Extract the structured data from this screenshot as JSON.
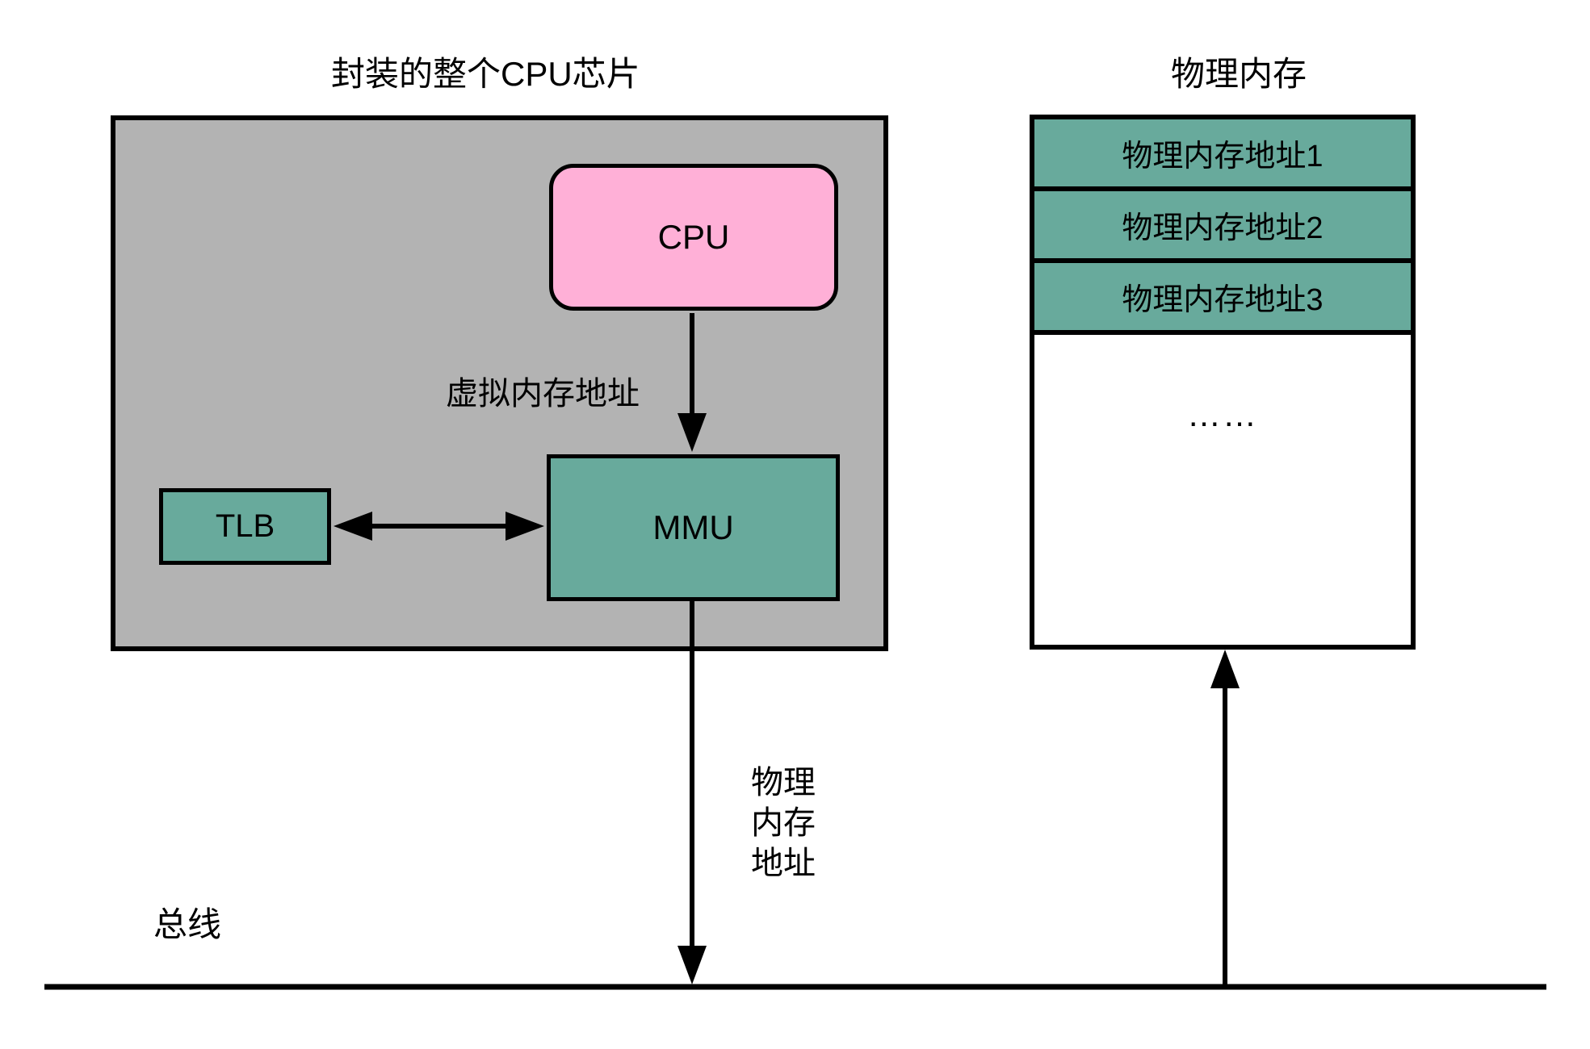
{
  "chip": {
    "title": "封装的整个CPU芯片",
    "cpu_label": "CPU",
    "tlb_label": "TLB",
    "mmu_label": "MMU",
    "virtual_address_label": "虚拟内存地址"
  },
  "memory": {
    "title": "物理内存",
    "rows": [
      "物理内存地址1",
      "物理内存地址2",
      "物理内存地址3"
    ],
    "ellipsis": "……"
  },
  "bus_label": "总线",
  "physical_address_label_lines": [
    "物理",
    "内存",
    "地址"
  ],
  "colors": {
    "chip_background": "#b3b3b3",
    "cpu_fill": "#ffb0d7",
    "teal_fill": "#68aa9c",
    "line_color": "#000000"
  }
}
